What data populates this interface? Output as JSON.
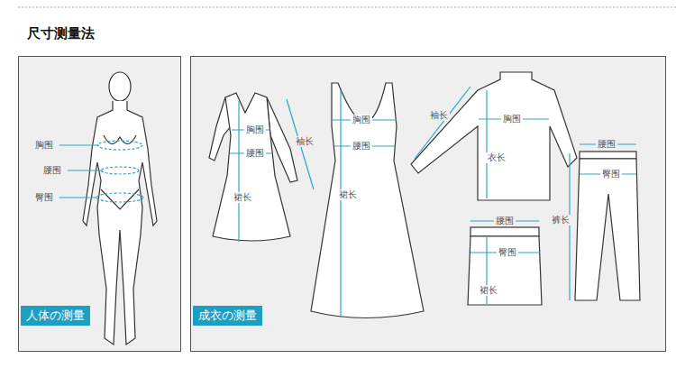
{
  "diagram": {
    "title": "尺寸测量法",
    "nodes": [
      {
        "text": [
          "人体の测量"
        ]
      },
      {
        "text": [
          "成衣の测量"
        ]
      }
    ],
    "labels": [
      "胸围",
      "腰围",
      "臀围",
      "胸围",
      "腰围",
      "袖长",
      "裙长",
      "胸围",
      "腰围",
      "裙长",
      "袖长",
      "胸围",
      "衣长",
      "腰围",
      "臀围",
      "裙长",
      "腰围",
      "臀围",
      "裤长"
    ]
  }
}
